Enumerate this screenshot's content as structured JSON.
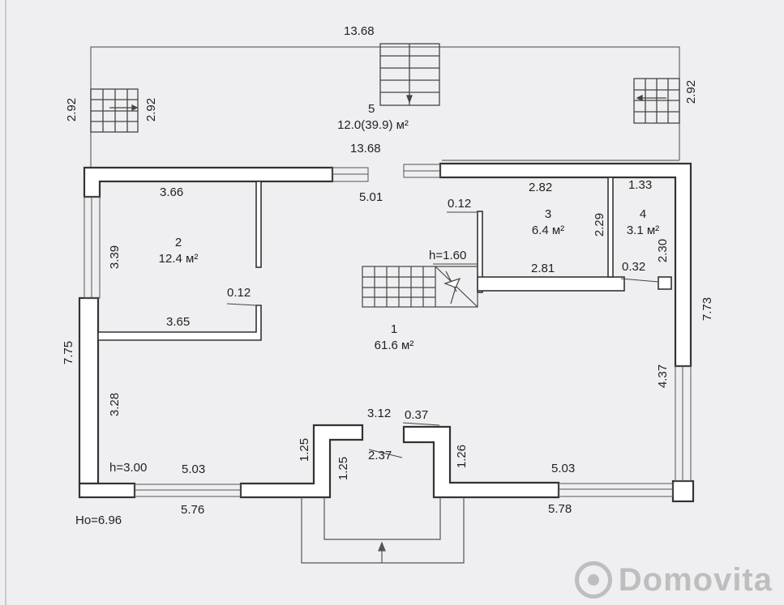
{
  "rooms": [
    {
      "num": "1",
      "area": "61.6 м²"
    },
    {
      "num": "2",
      "area": "12.4 м²"
    },
    {
      "num": "3",
      "area": "6.4 м²"
    },
    {
      "num": "4",
      "area": "3.1 м²"
    },
    {
      "num": "5",
      "area": "12.0(39.9) м²"
    }
  ],
  "dims": {
    "terrace_width": "13.68",
    "terrace_width_lower": "13.68",
    "terrace_depth_left": "2.92",
    "terrace_depth_left_inner": "2.92",
    "terrace_depth_right": "2.92",
    "door_width": "5.01",
    "room2_width": "3.66",
    "room2_depth": "3.39",
    "room2_wall": "0.12",
    "room2_bottom": "3.65",
    "left_total": "7.75",
    "left_lower": "3.28",
    "stair_wall": "0.12",
    "stair_height": "h=1.60",
    "room3_width": "2.82",
    "room3_depth": "2.29",
    "room3_bottom": "2.81",
    "room4_width": "1.33",
    "room4_depth": "2.30",
    "room4_wall": "0.32",
    "right_total": "7.73",
    "right_lower": "4.37",
    "ceiling_height": "h=3.00",
    "bottom_left_inner": "5.03",
    "bottom_right_inner": "5.03",
    "bottom_left_outer": "5.76",
    "bottom_right_outer": "5.78",
    "ground_level": "Ho=6.96",
    "porch_width": "3.12",
    "porch_wall": "0.37",
    "porch_diag": "2.37",
    "porch_left_outer": "1.25",
    "porch_left_inner": "1.25",
    "porch_right": "1.26"
  },
  "watermark": {
    "brand": "Domovita"
  }
}
